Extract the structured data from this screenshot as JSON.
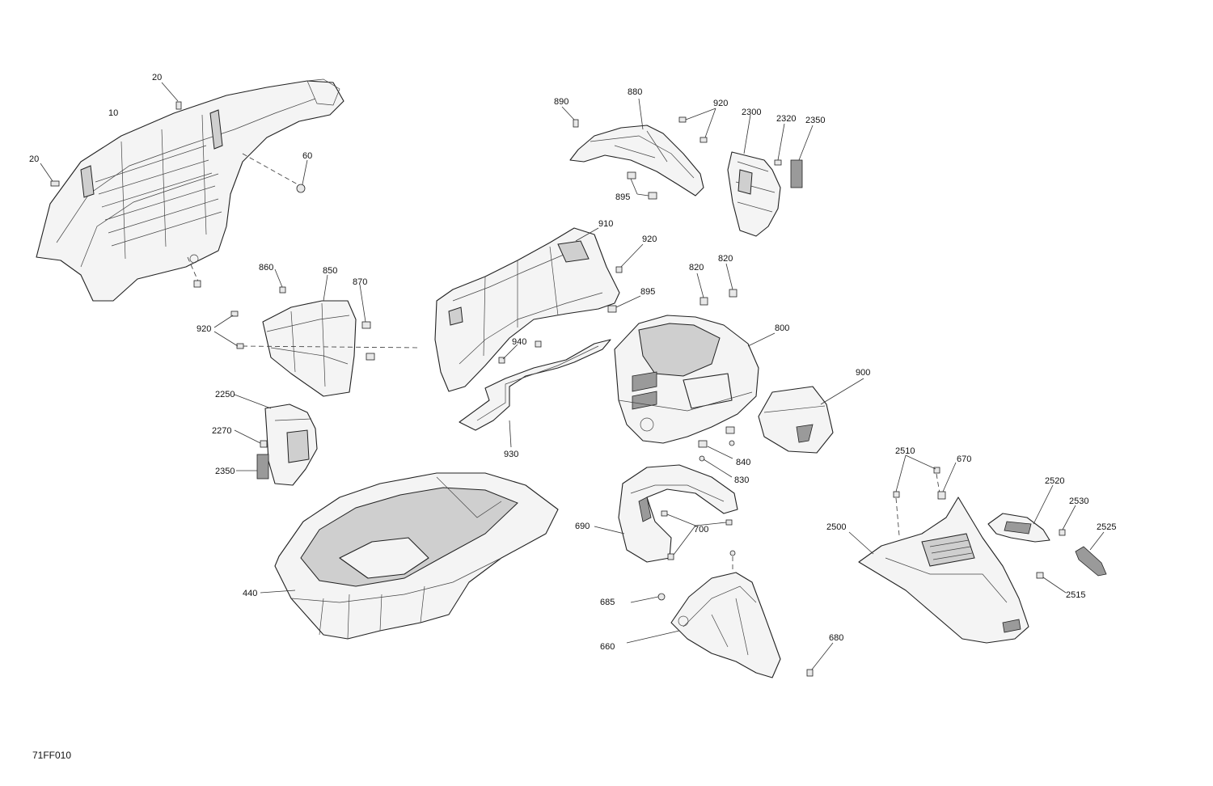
{
  "figure_code": "71FF010",
  "callouts": [
    {
      "id": "c20a",
      "text": "20"
    },
    {
      "id": "c10",
      "text": "10"
    },
    {
      "id": "c20b",
      "text": "20"
    },
    {
      "id": "c60",
      "text": "60"
    },
    {
      "id": "c890",
      "text": "890"
    },
    {
      "id": "c880",
      "text": "880"
    },
    {
      "id": "c920a",
      "text": "920"
    },
    {
      "id": "c895a",
      "text": "895"
    },
    {
      "id": "c2300",
      "text": "2300"
    },
    {
      "id": "c2320",
      "text": "2320"
    },
    {
      "id": "c2350a",
      "text": "2350"
    },
    {
      "id": "c910",
      "text": "910"
    },
    {
      "id": "c920b",
      "text": "920"
    },
    {
      "id": "c895b",
      "text": "895"
    },
    {
      "id": "c860",
      "text": "860"
    },
    {
      "id": "c850",
      "text": "850"
    },
    {
      "id": "c870",
      "text": "870"
    },
    {
      "id": "c920c",
      "text": "920"
    },
    {
      "id": "c820a",
      "text": "820"
    },
    {
      "id": "c820b",
      "text": "820"
    },
    {
      "id": "c800",
      "text": "800"
    },
    {
      "id": "c940",
      "text": "940"
    },
    {
      "id": "c900",
      "text": "900"
    },
    {
      "id": "c2250",
      "text": "2250"
    },
    {
      "id": "c2270",
      "text": "2270"
    },
    {
      "id": "c2350b",
      "text": "2350"
    },
    {
      "id": "c930",
      "text": "930"
    },
    {
      "id": "c840",
      "text": "840"
    },
    {
      "id": "c830",
      "text": "830"
    },
    {
      "id": "c2510",
      "text": "2510"
    },
    {
      "id": "c670",
      "text": "670"
    },
    {
      "id": "c2520",
      "text": "2520"
    },
    {
      "id": "c2530",
      "text": "2530"
    },
    {
      "id": "c2525",
      "text": "2525"
    },
    {
      "id": "c2500",
      "text": "2500"
    },
    {
      "id": "c2515",
      "text": "2515"
    },
    {
      "id": "c690",
      "text": "690"
    },
    {
      "id": "c700",
      "text": "700"
    },
    {
      "id": "c440",
      "text": "440"
    },
    {
      "id": "c685",
      "text": "685"
    },
    {
      "id": "c660",
      "text": "660"
    },
    {
      "id": "c680",
      "text": "680"
    }
  ]
}
